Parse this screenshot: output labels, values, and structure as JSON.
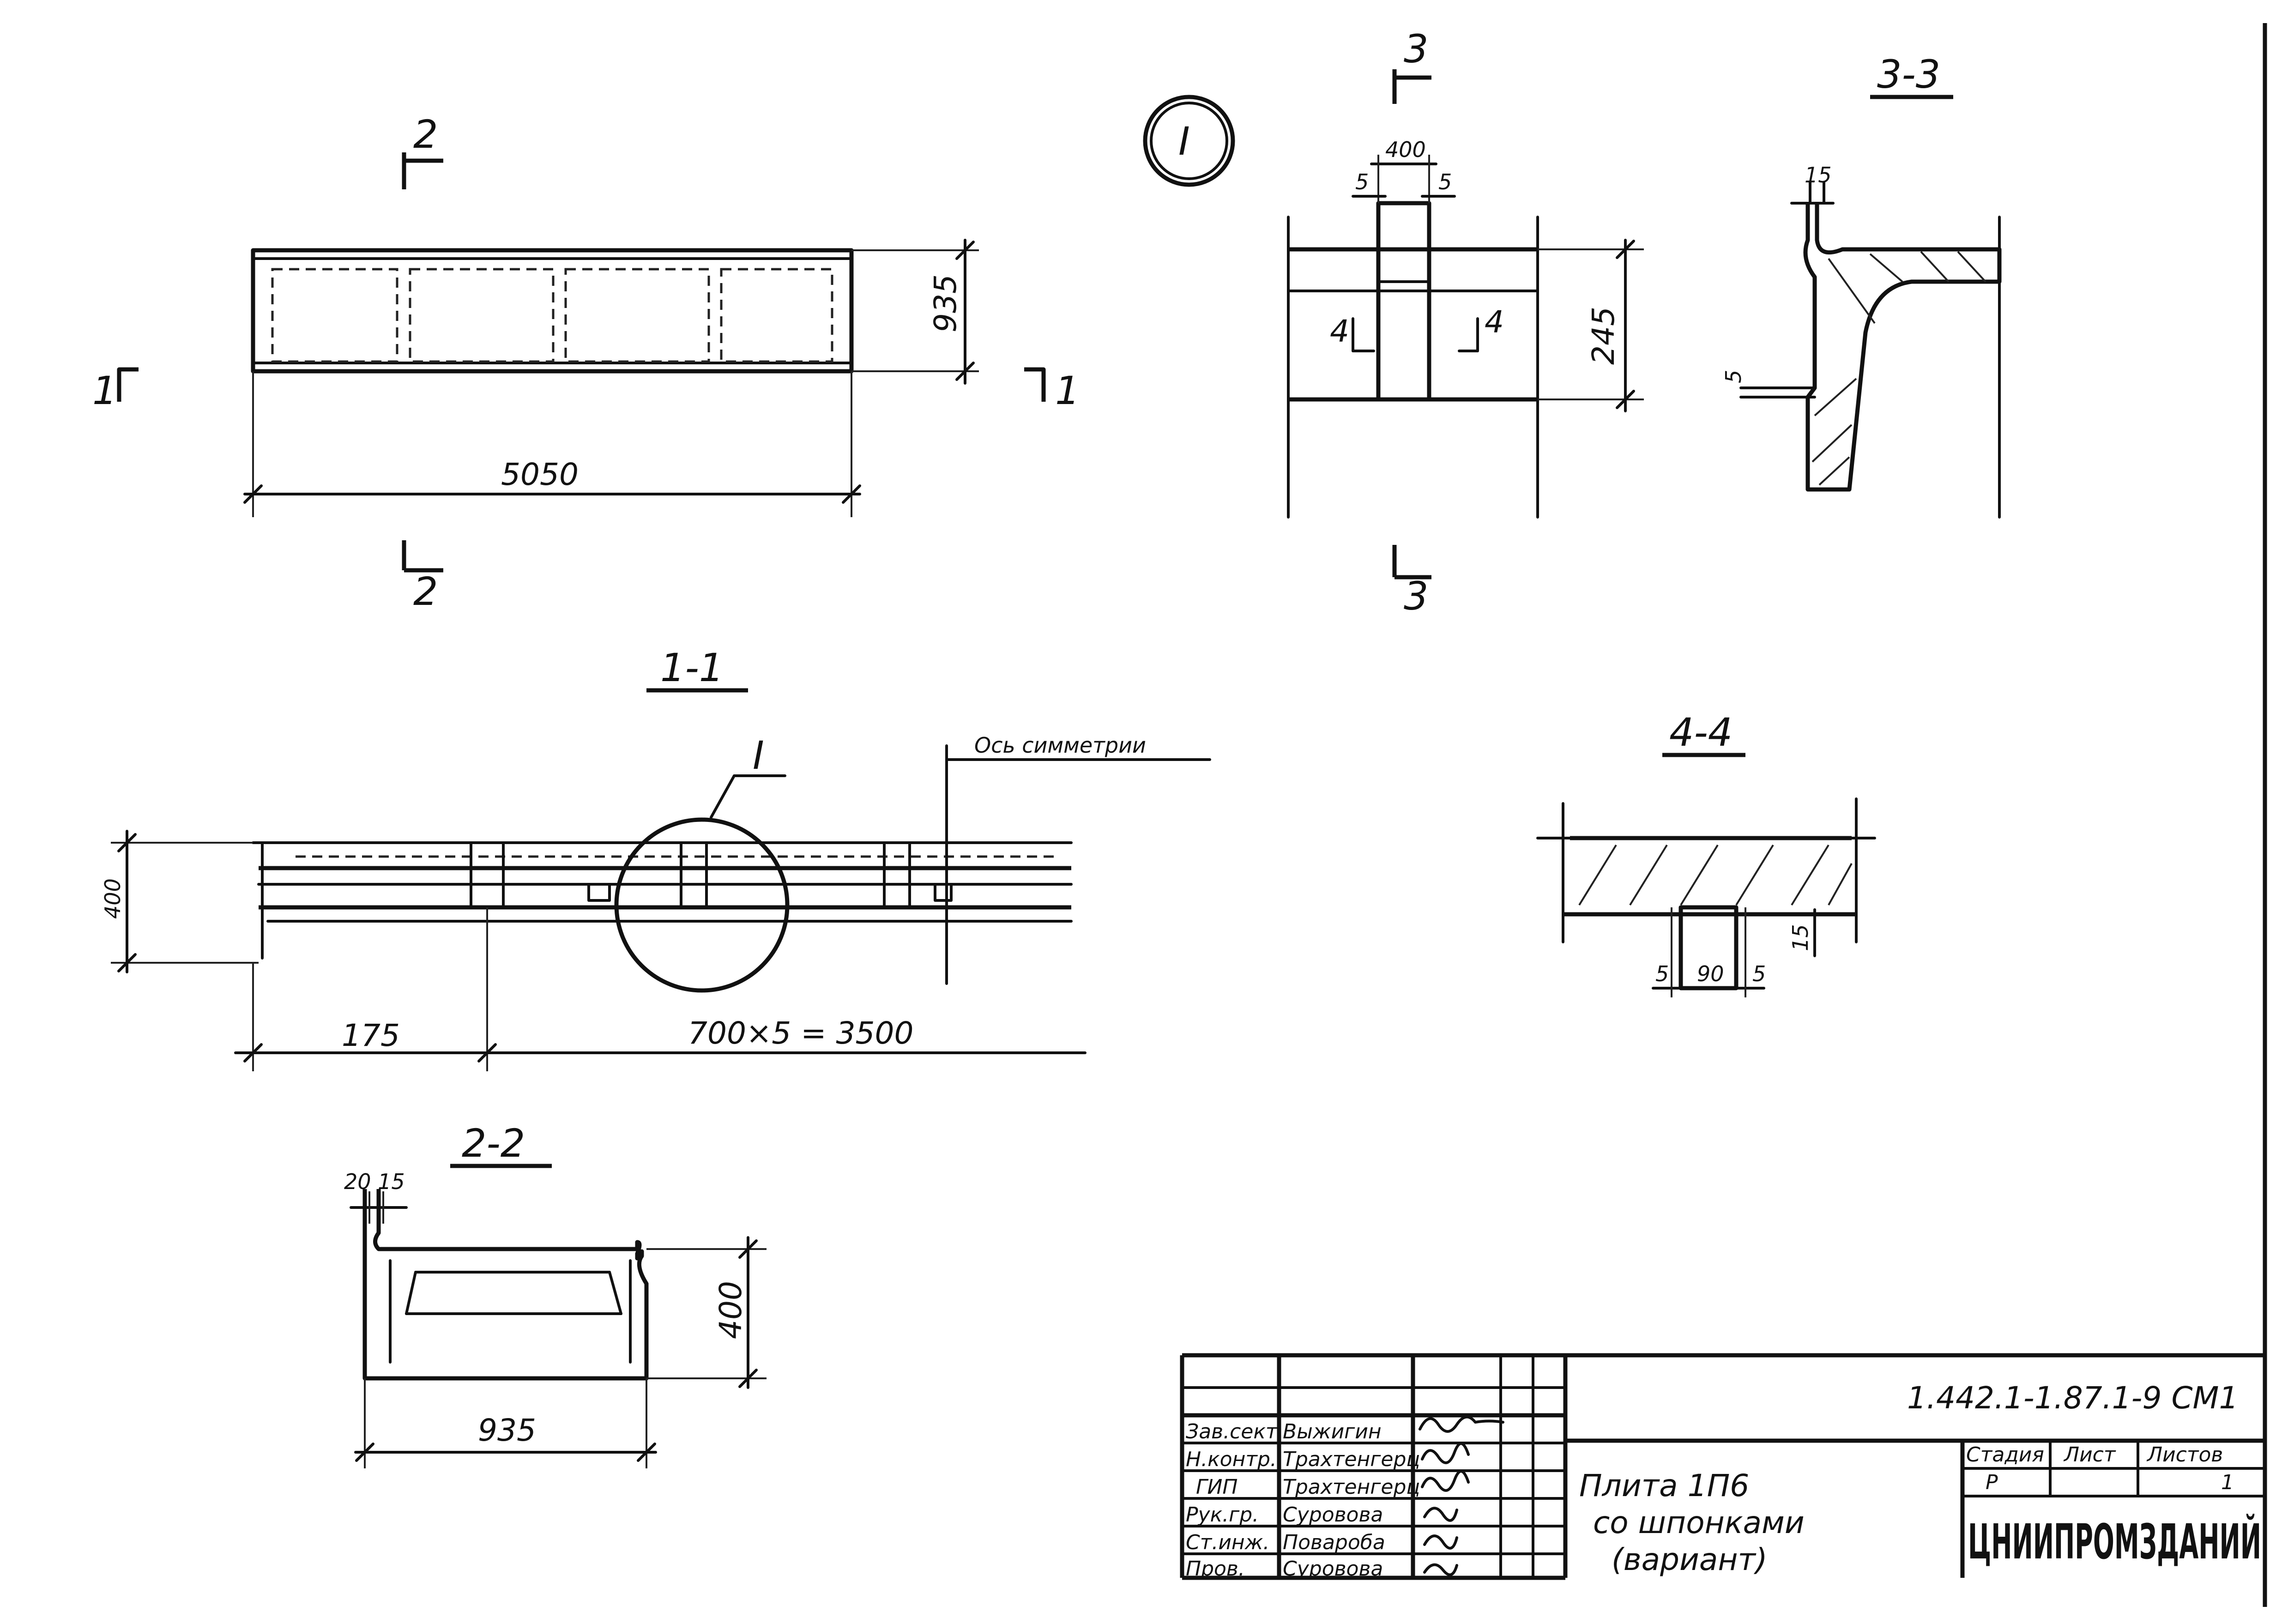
{
  "plan": {
    "dim_length": "5050",
    "dim_width": "935",
    "cut_1_left": "1",
    "cut_1_right": "1",
    "cut_2_top": "2",
    "cut_2_bottom": "2"
  },
  "detail_marker": "I",
  "detail_view": {
    "cut_3_top": "3",
    "cut_3_bottom": "3",
    "dim_width": "400",
    "dim_gap_left": "5",
    "dim_gap_right": "5",
    "dim_height": "245",
    "cut_4_left": "4",
    "cut_4_right": "4"
  },
  "section_3_3": {
    "title": "3-3",
    "dim_top": "15",
    "dim_side": "5"
  },
  "section_1_1": {
    "title": "1-1",
    "detail_ref": "I",
    "axis_label": "Ось симметрии",
    "dim_height": "400",
    "dim_left": "175",
    "dim_spacing": "700×5 = 3500"
  },
  "section_4_4": {
    "title": "4-4",
    "dim_left": "5",
    "dim_mid": "90",
    "dim_right": "5",
    "dim_height": "15"
  },
  "section_2_2": {
    "title": "2-2",
    "dim_top": "20 15",
    "dim_height": "400",
    "dim_width": "935"
  },
  "title_block": {
    "code": "1.442.1-1.87.1-9 СМ1",
    "roles": [
      "Зав.сект.",
      "Н.контр.",
      "ГИП",
      "Рук.гр.",
      "Ст.инж.",
      "Пров."
    ],
    "names": [
      "Выжигин",
      "Трахтенгерц",
      "Трахтенгерц",
      "Суровова",
      "Повароба",
      "Суровова"
    ],
    "title_line1": "Плита 1П6",
    "title_line2": "со шпонками",
    "title_line3": "(вариант)",
    "stage_header": "Стадия",
    "sheet_header": "Лист",
    "sheets_header": "Листов",
    "stage_value": "Р",
    "sheets_value": "1",
    "organization": "ЦНИИПРОМЗДАНИЙ"
  }
}
